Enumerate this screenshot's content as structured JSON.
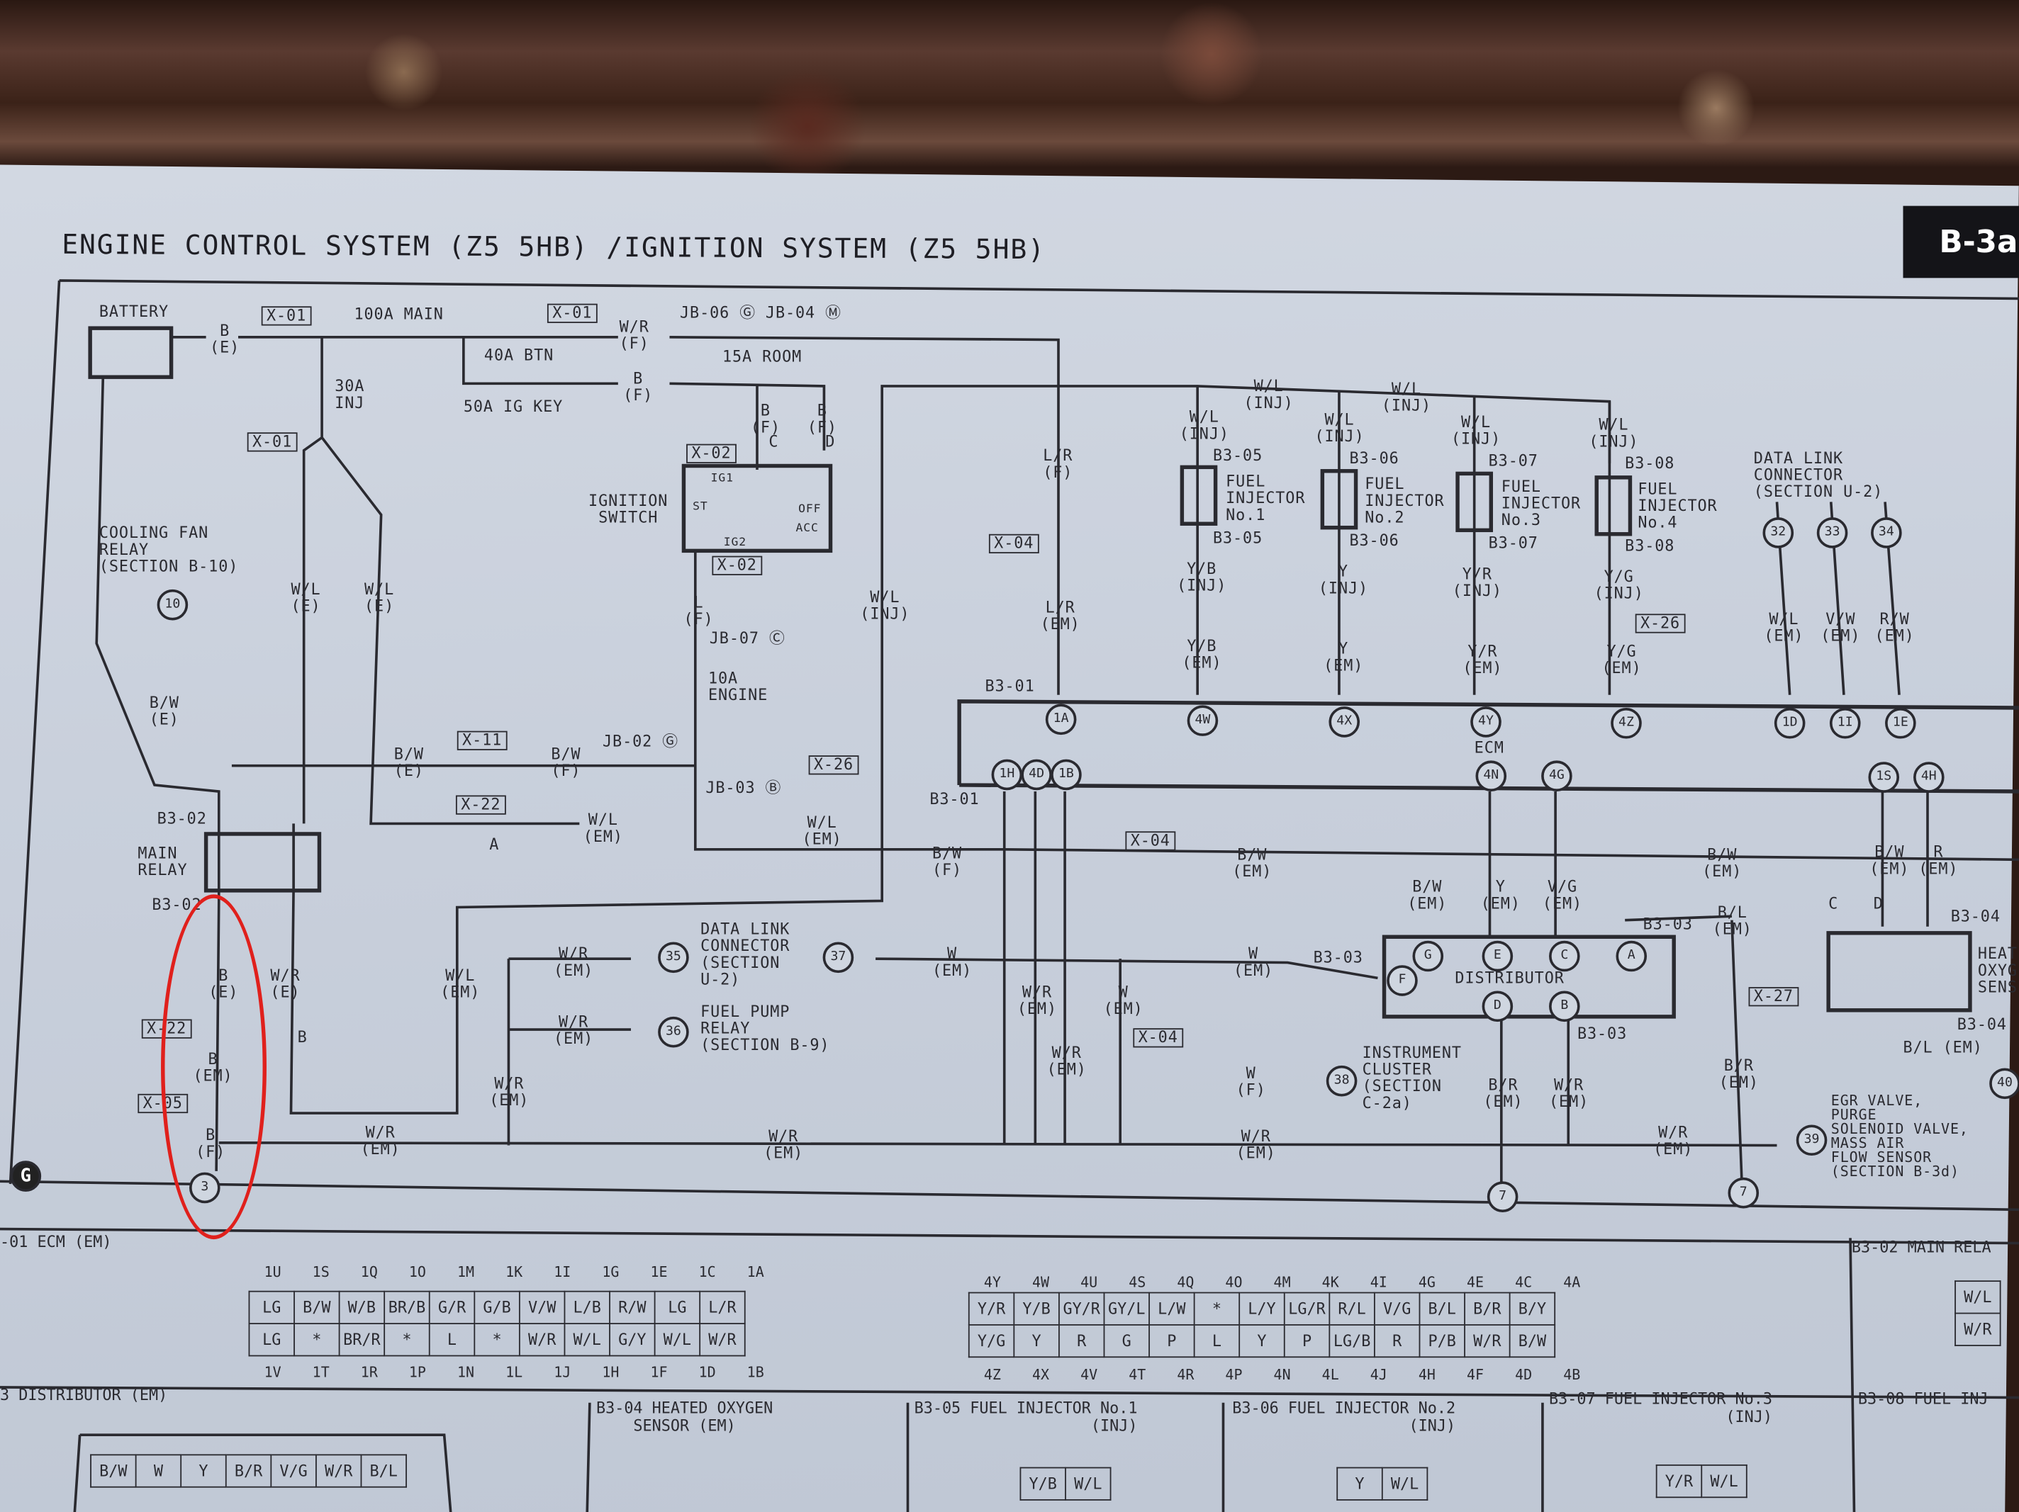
{
  "header": {
    "title": "ENGINE CONTROL SYSTEM (Z5 5HB) /IGNITION SYSTEM (Z5 5HB)",
    "page_code": "B-3a"
  },
  "power": {
    "battery": "BATTERY",
    "b_e": "B\n(E)",
    "x01a": "X-01",
    "main100": "100A MAIN",
    "x01b": "X-01",
    "wr_f": "W/R\n(F)",
    "jb": "JB-06 Ⓖ JB-04 Ⓜ",
    "room15": "15A ROOM",
    "btn40": "40A BTN",
    "igkey50": "50A IG KEY",
    "b_f": "B\n(F)",
    "inj30": "30A\nINJ",
    "x01c": "X-01",
    "b_f_c": "B\n(F)",
    "b_f_d": "B\n(F)",
    "pin_c": "C",
    "pin_d": "D"
  },
  "ignition": {
    "x02a": "X-02",
    "label": "IGNITION\nSWITCH",
    "ig1": "IG1",
    "st": "ST",
    "off": "OFF",
    "acc": "ACC",
    "ig2": "IG2",
    "x02b": "X-02",
    "l_f": "L\n(F)",
    "jb07": "JB-07 Ⓒ",
    "engine10": "10A\nENGINE",
    "jb02": "JB-02 Ⓖ",
    "jb03": "JB-03 Ⓑ",
    "x26": "X-26"
  },
  "left": {
    "cfr": "COOLING FAN\nRELAY\n(SECTION B-10)",
    "c10": "10",
    "bw_e": "B/W\n(E)",
    "wl_e1": "W/L\n(E)",
    "wl_e2": "W/L\n(E)",
    "bw_e2": "B/W\n(E)",
    "x11": "X-11",
    "bw_f": "B/W\n(F)",
    "x22": "X-22",
    "a": "A",
    "wl_em1": "W/L\n(EM)",
    "wl_em2": "W/L\n(EM)",
    "b302a": "B3-02",
    "main_relay": "MAIN\nRELAY",
    "b302b": "B3-02",
    "b_e": "B\n(E)",
    "wr_e": "W/R\n(E)",
    "x22b": "X-22",
    "b": "B",
    "b_em": "B\n(EM)",
    "x05": "X-05",
    "b_f": "B\n(F)",
    "c3": "3",
    "g": "G",
    "wr_em1": "W/R\n(EM)",
    "wl_em3": "W/L\n(EM)",
    "wr_em2": "W/R\n(EM)",
    "c35": "35",
    "dlc": "DATA LINK\nCONNECTOR\n(SECTION\nU-2)",
    "c37": "37",
    "w_em": "W\n(EM)",
    "wr_em3": "W/R\n(EM)",
    "c36": "36",
    "fpr": "FUEL PUMP\nRELAY\n(SECTION B-9)",
    "wr_em4": "W/R\n(EM)",
    "wr_em5": "W/R\n(EM)"
  },
  "center": {
    "wl_inj": "W/L\n(INJ)",
    "lr_f": "L/R\n(F)",
    "x04": "X-04",
    "lr_em": "L/R\n(EM)",
    "b301": "B3-01",
    "wl_inj_a": "W/L\n(INJ)",
    "wl_inj_b": "W/L\n(INJ)",
    "x26": "X-26"
  },
  "injectors": [
    {
      "wl": "W/L\n(INJ)",
      "conn": "B3-05",
      "label": "FUEL\nINJECTOR\nNo.1",
      "conn2": "B3-05",
      "inj": "Y/B\n(INJ)",
      "em": "Y/B\n(EM)",
      "pin": "4W"
    },
    {
      "wl": "W/L\n(INJ)",
      "conn": "B3-06",
      "label": "FUEL\nINJECTOR\nNo.2",
      "conn2": "B3-06",
      "inj": "Y\n(INJ)",
      "em": "Y\n(EM)",
      "pin": "4X"
    },
    {
      "wl": "W/L\n(INJ)",
      "conn": "B3-07",
      "label": "FUEL\nINJECTOR\nNo.3",
      "conn2": "B3-07",
      "inj": "Y/R\n(INJ)",
      "em": "Y/R\n(EM)",
      "pin": "4Y"
    },
    {
      "wl": "W/L\n(INJ)",
      "conn": "B3-08",
      "label": "FUEL\nINJECTOR\nNo.4",
      "conn2": "B3-08",
      "inj": "Y/G\n(INJ)",
      "em": "Y/G\n(EM)",
      "pin": "4Z"
    }
  ],
  "dlc": {
    "label": "DATA LINK\nCONNECTOR\n(SECTION U-2)",
    "c32": "32",
    "c33": "33",
    "c34": "34",
    "w1": "W/L\n(EM)",
    "w2": "V/W\n(EM)",
    "w3": "R/W\n(EM)",
    "p1": "1D",
    "p2": "1I",
    "p3": "1E"
  },
  "ecm": {
    "label": "ECM",
    "p1a": "1A",
    "p1h": "1H",
    "p4d": "4D",
    "p1b": "1B",
    "p4n": "4N",
    "p4g": "4G",
    "p1s": "1S",
    "p4h": "4H",
    "b301": "B3-01"
  },
  "lower": {
    "bw_f": "B/W\n(F)",
    "x04": "X-04",
    "bw_em1": "B/W\n(EM)",
    "bw_em2": "B/W\n(EM)",
    "bw_em3": "B/W\n(EM)",
    "y_em": "Y\n(EM)",
    "vg_em": "V/G\n(EM)",
    "b303a": "B3-03",
    "bl_em": "B/L\n(EM)",
    "bw_em4": "B/W\n(EM)",
    "r_em": "R\n(EM)",
    "b304": "B3-04",
    "c": "C",
    "d": "D",
    "heat": "HEAT\nOXYG\nSENS",
    "b304b": "B3-04",
    "bl_em2": "B/L (EM)",
    "c40": "40",
    "w_em": "W\n(EM)",
    "b303b": "B3-03",
    "dist": "DISTRIBUTOR",
    "dg": "G",
    "de": "E",
    "dc": "C",
    "da": "A",
    "df": "F",
    "dd": "D",
    "db": "B",
    "b303c": "B3-03",
    "wr_em1": "W/R\n(EM)",
    "w_em2": "W\n(EM)",
    "x04b": "X-04",
    "wr_em2": "W/R\n(EM)",
    "w_f": "W\n(F)",
    "c38": "38",
    "ic": "INSTRUMENT\nCLUSTER\n(SECTION\nC-2a)",
    "br_em1": "B/R\n(EM)",
    "wr_em3": "W/R\n(EM)",
    "br_em2": "B/R\n(EM)",
    "x27": "X-27",
    "wr_em4": "W/R\n(EM)",
    "wr_em5": "W/R\n(EM)",
    "c39": "39",
    "egr": "EGR VALVE,\nPURGE\nSOLENOID VALVE,\nMASS AIR\nFLOW SENSOR\n(SECTION B-3d)",
    "c7a": "7",
    "c7b": "7"
  },
  "connectors": {
    "ecm_title": "-01 ECM (EM)",
    "ecm1": {
      "top_pins": [
        "1U",
        "1S",
        "1Q",
        "1O",
        "1M",
        "1K",
        "1I",
        "1G",
        "1E",
        "1C",
        "1A"
      ],
      "top": [
        "LG",
        "B/W",
        "W/B",
        "BR/B",
        "G/R",
        "G/B",
        "V/W",
        "L/B",
        "R/W",
        "LG",
        "L/R"
      ],
      "bottom": [
        "LG",
        "*",
        "BR/R",
        "*",
        "L",
        "*",
        "W/R",
        "W/L",
        "G/Y",
        "W/L",
        "W/R"
      ],
      "bottom_pins": [
        "1V",
        "1T",
        "1R",
        "1P",
        "1N",
        "1L",
        "1J",
        "1H",
        "1F",
        "1D",
        "1B"
      ]
    },
    "ecm4": {
      "top_pins": [
        "4Y",
        "4W",
        "4U",
        "4S",
        "4Q",
        "4O",
        "4M",
        "4K",
        "4I",
        "4G",
        "4E",
        "4C",
        "4A"
      ],
      "top": [
        "Y/R",
        "Y/B",
        "GY/R",
        "GY/L",
        "L/W",
        "*",
        "L/Y",
        "LG/R",
        "R/L",
        "V/G",
        "B/L",
        "B/R",
        "B/Y"
      ],
      "bottom": [
        "Y/G",
        "Y",
        "R",
        "G",
        "P",
        "L",
        "Y",
        "P",
        "LG/B",
        "R",
        "P/B",
        "W/R",
        "B/W"
      ],
      "bottom_pins": [
        "4Z",
        "4X",
        "4V",
        "4T",
        "4R",
        "4P",
        "4N",
        "4L",
        "4J",
        "4H",
        "4F",
        "4D",
        "4B"
      ]
    },
    "main_relay_title": "B3-02 MAIN RELA",
    "main_relay": [
      "W/L",
      "W/R"
    ],
    "dist_title": "3 DISTRIBUTOR (EM)",
    "dist": [
      "B/W",
      "W",
      "Y",
      "B/R",
      "V/G",
      "W/R",
      "B/L"
    ],
    "hos_title": "B3-04 HEATED OXYGEN\nSENSOR (EM)",
    "inj1_title": "B3-05 FUEL INJECTOR No.1\n(INJ)",
    "inj1": [
      "Y/B",
      "W/L"
    ],
    "inj2_title": "B3-06 FUEL INJECTOR No.2\n(INJ)",
    "inj2": [
      "Y",
      "W/L"
    ],
    "inj3_title": "B3-07 FUEL INJECTOR No.3\n(INJ)",
    "inj3": [
      "Y/R",
      "W/L"
    ],
    "inj4_title": "B3-08 FUEL INJ"
  },
  "colors": {
    "paper": "#c9d0dc",
    "ink": "#2a2a30",
    "highlight": "#e0201c"
  }
}
